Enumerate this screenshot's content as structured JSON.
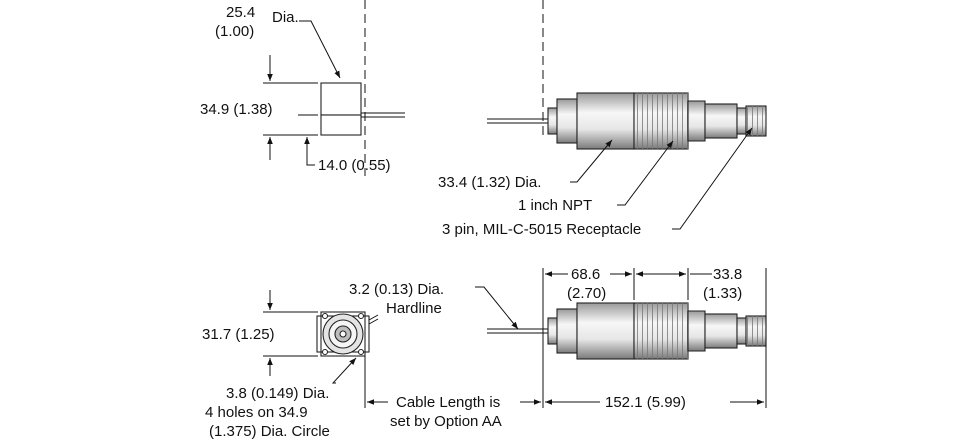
{
  "top_view": {
    "dia_value": "25.4",
    "dia_value_in": "(1.00)",
    "dia_label": "Dia.",
    "height": "34.9 (1.38)",
    "base": "14.0 (0.55)"
  },
  "side_view": {
    "body_dia": "33.4 (1.32) Dia.",
    "thread": "1 inch  NPT",
    "receptacle": "3 pin, MIL-C-5015 Receptacle"
  },
  "end_view": {
    "width": "31.7 (1.25)",
    "holes_line1": "3.8 (0.149) Dia.",
    "holes_line2": "4 holes on 34.9",
    "holes_line3": "(1.375) Dia. Circle"
  },
  "bottom_view": {
    "hardline_line1": "3.2 (0.13) Dia.",
    "hardline_line2": "Hardline",
    "cable_line1": "Cable Length is",
    "cable_line2": "set by Option AA",
    "body_len": "68.6",
    "body_len_in": "(2.70)",
    "conn_len": "33.8",
    "conn_len_in": "(1.33)",
    "overall": "152.1 (5.99)"
  },
  "colors": {
    "line": "#111111",
    "metal_dark": "#8a8a8a",
    "metal_light": "#f4f4f4"
  }
}
